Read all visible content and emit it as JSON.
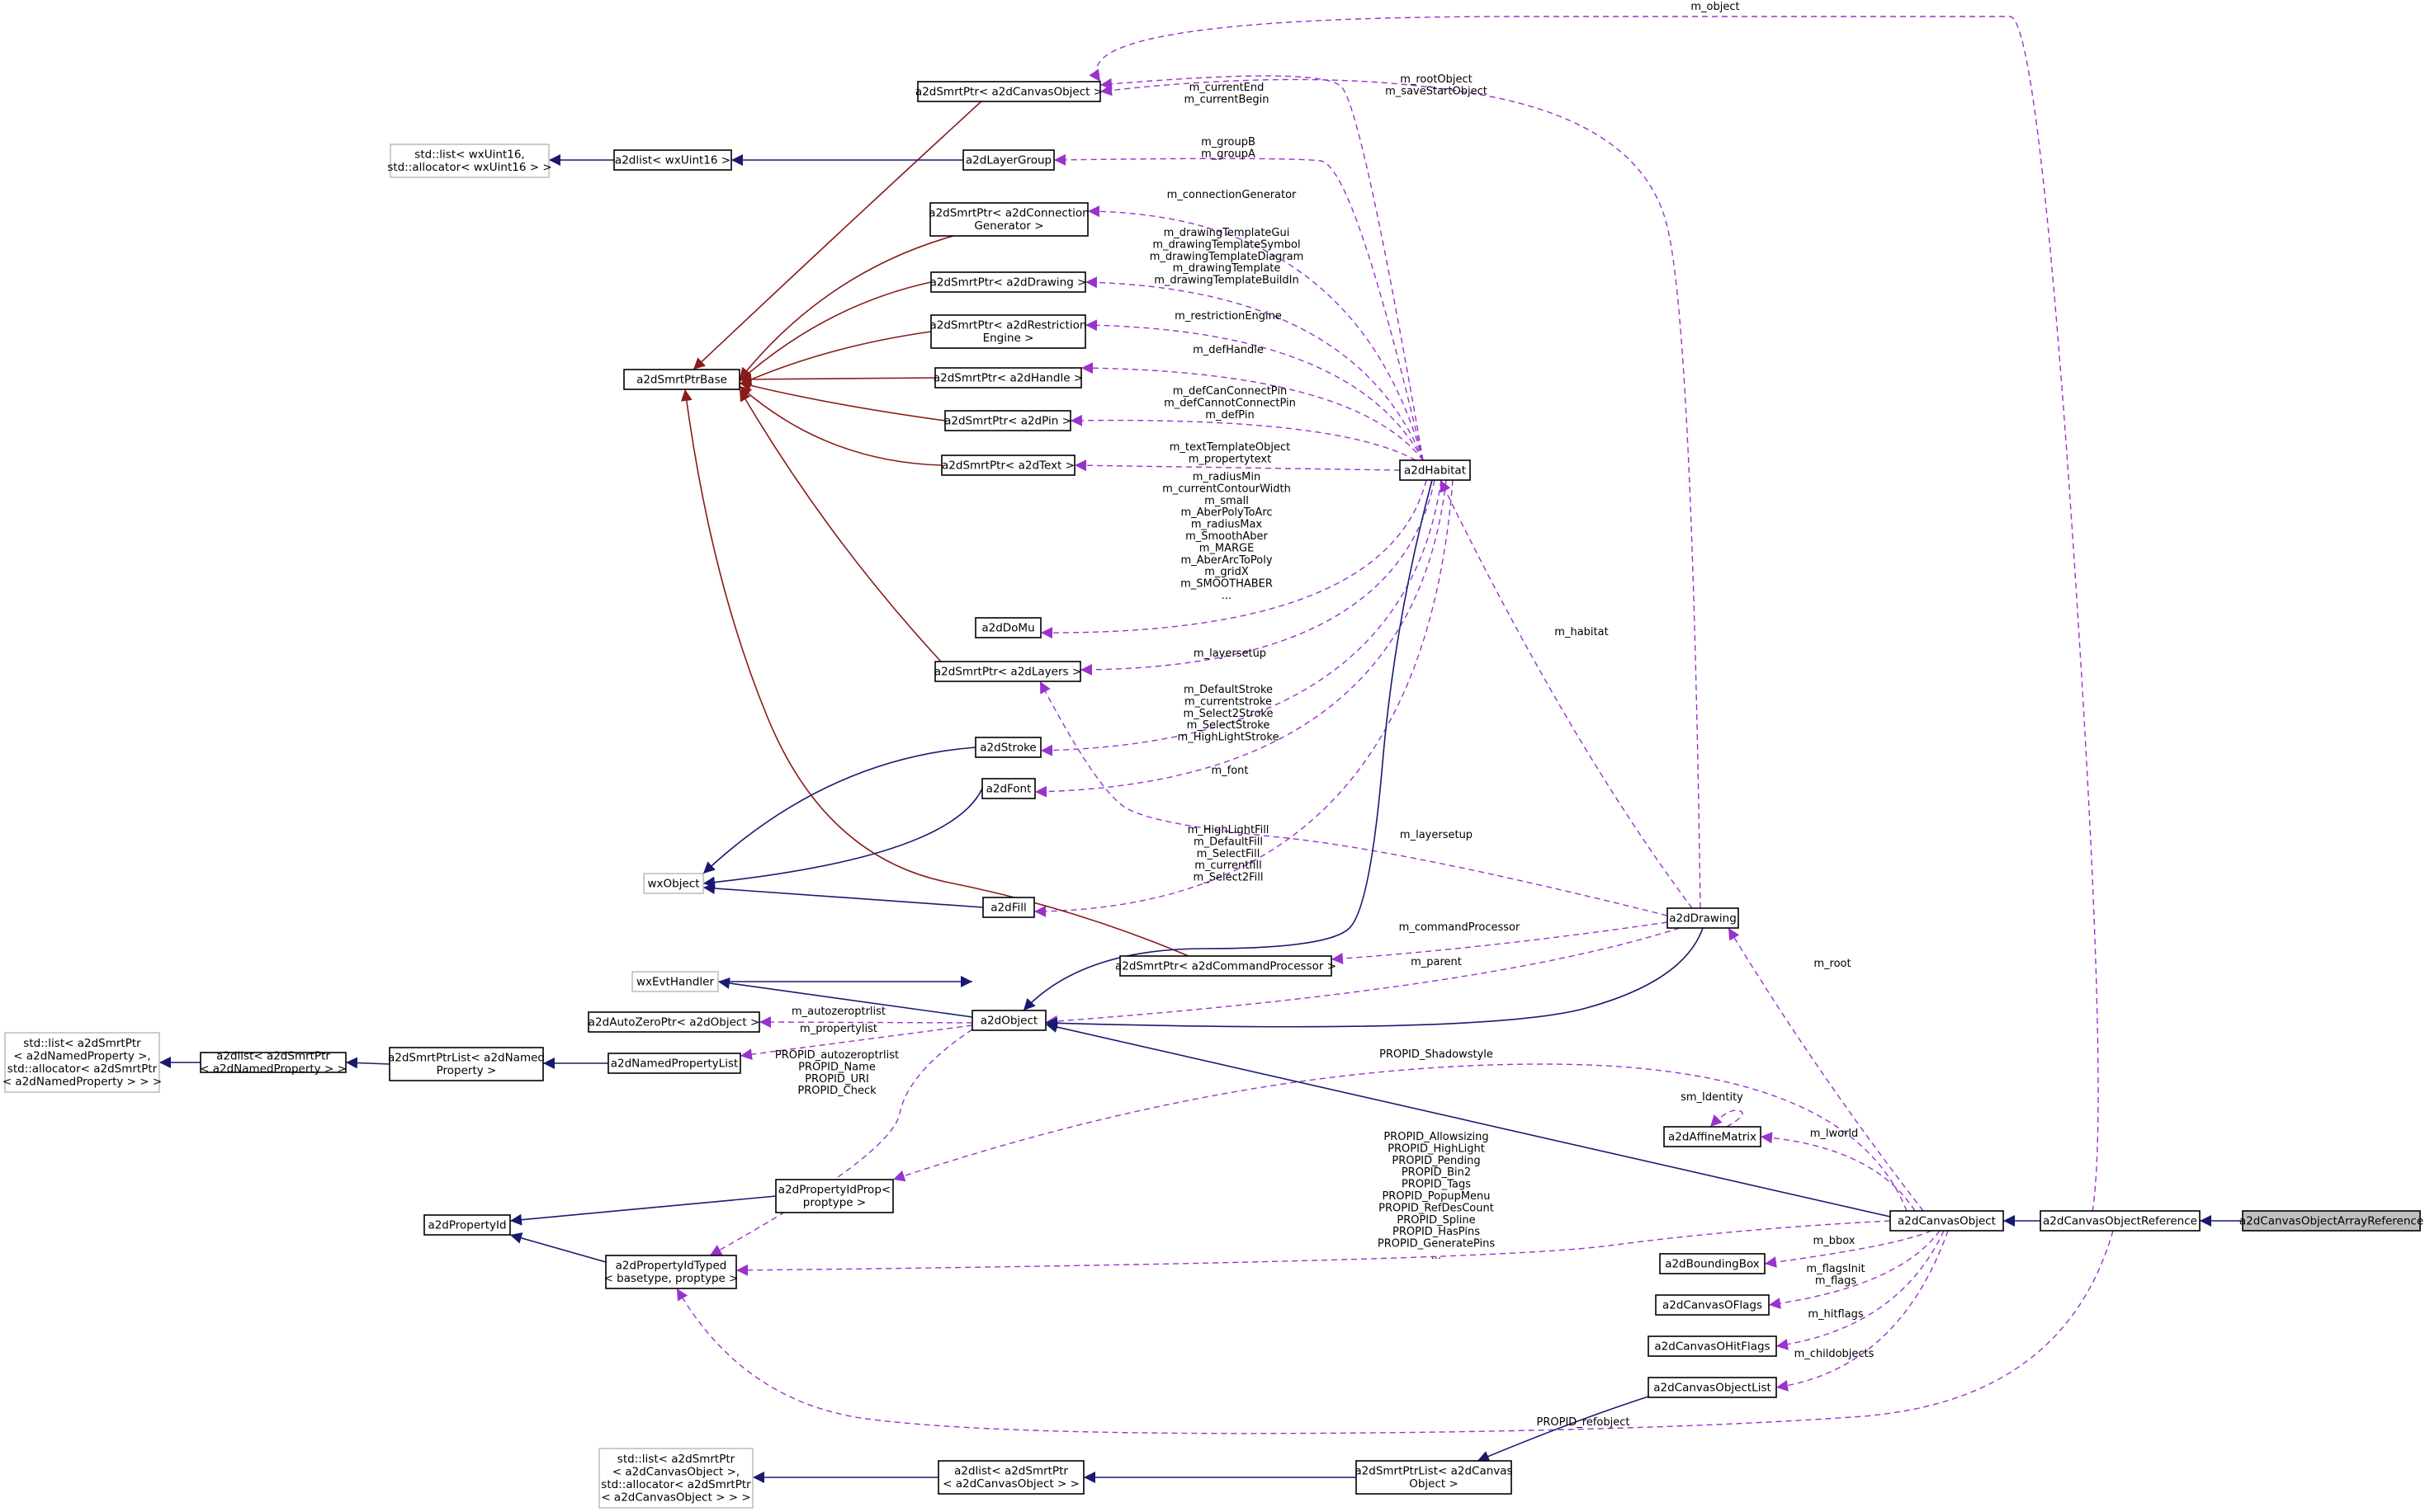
{
  "diagram": {
    "nodes": [
      {
        "id": "caoref",
        "label": [
          "a2dCanvasObjectArrayReference"
        ],
        "focus": true
      },
      {
        "id": "cref",
        "label": [
          "a2dCanvasObjectReference"
        ]
      },
      {
        "id": "cobj",
        "label": [
          "a2dCanvasObject"
        ]
      },
      {
        "id": "obj",
        "label": [
          "a2dObject"
        ]
      },
      {
        "id": "wxobj",
        "label": [
          "wxObject"
        ],
        "external": true
      },
      {
        "id": "wxevt",
        "label": [
          "wxEvtHandler"
        ],
        "external": true
      },
      {
        "id": "habitat",
        "label": [
          "a2dHabitat"
        ]
      },
      {
        "id": "drawing",
        "label": [
          "a2dDrawing"
        ]
      },
      {
        "id": "smrtbase",
        "label": [
          "a2dSmrtPtrBase"
        ]
      },
      {
        "id": "sp_cobj",
        "label": [
          "a2dSmrtPtr< a2dCanvasObject >"
        ]
      },
      {
        "id": "layergroup",
        "label": [
          "a2dLayerGroup"
        ]
      },
      {
        "id": "dlist16",
        "label": [
          "a2dlist< wxUint16 >"
        ]
      },
      {
        "id": "stdlist16",
        "label": [
          "std::list< wxUint16,",
          "std::allocator< wxUint16 > >"
        ],
        "external": true
      },
      {
        "id": "sp_conn",
        "label": [
          "a2dSmrtPtr< a2dConnection",
          "Generator >"
        ]
      },
      {
        "id": "sp_draw",
        "label": [
          "a2dSmrtPtr< a2dDrawing >"
        ]
      },
      {
        "id": "sp_restr",
        "label": [
          "a2dSmrtPtr< a2dRestriction",
          "Engine >"
        ]
      },
      {
        "id": "sp_handle",
        "label": [
          "a2dSmrtPtr< a2dHandle >"
        ]
      },
      {
        "id": "sp_pin",
        "label": [
          "a2dSmrtPtr< a2dPin >"
        ]
      },
      {
        "id": "sp_text",
        "label": [
          "a2dSmrtPtr< a2dText >"
        ]
      },
      {
        "id": "domu",
        "label": [
          "a2dDoMu"
        ]
      },
      {
        "id": "sp_layers",
        "label": [
          "a2dSmrtPtr< a2dLayers >"
        ]
      },
      {
        "id": "stroke",
        "label": [
          "a2dStroke"
        ]
      },
      {
        "id": "font",
        "label": [
          "a2dFont"
        ]
      },
      {
        "id": "fill",
        "label": [
          "a2dFill"
        ]
      },
      {
        "id": "sp_cmd",
        "label": [
          "a2dSmrtPtr< a2dCommandProcessor >"
        ]
      },
      {
        "id": "autozero",
        "label": [
          "a2dAutoZeroPtr< a2dObject >"
        ]
      },
      {
        "id": "namedproplist",
        "label": [
          "a2dNamedPropertyList"
        ]
      },
      {
        "id": "smrtlist_np",
        "label": [
          "a2dSmrtPtrList< a2dNamed",
          "Property >"
        ]
      },
      {
        "id": "dlist_np",
        "label": [
          "a2dlist< a2dSmrtPtr",
          "< a2dNamedProperty > >"
        ]
      },
      {
        "id": "stdlist_np",
        "label": [
          "std::list< a2dSmrtPtr",
          "< a2dNamedProperty >,",
          "std::allocator< a2dSmrtPtr",
          "< a2dNamedProperty > > >"
        ],
        "external": true
      },
      {
        "id": "propidprop",
        "label": [
          "a2dPropertyIdProp<",
          "proptype >"
        ]
      },
      {
        "id": "propid",
        "label": [
          "a2dPropertyId"
        ]
      },
      {
        "id": "propidtyped",
        "label": [
          "a2dPropertyIdTyped",
          "< basetype, proptype >"
        ]
      },
      {
        "id": "affine",
        "label": [
          "a2dAffineMatrix"
        ]
      },
      {
        "id": "bbox",
        "label": [
          "a2dBoundingBox"
        ]
      },
      {
        "id": "oflags",
        "label": [
          "a2dCanvasOFlags"
        ]
      },
      {
        "id": "ohitflags",
        "label": [
          "a2dCanvasOHitFlags"
        ]
      },
      {
        "id": "objlist",
        "label": [
          "a2dCanvasObjectList"
        ]
      },
      {
        "id": "smrtlist_co",
        "label": [
          "a2dSmrtPtrList< a2dCanvas",
          "Object >"
        ]
      },
      {
        "id": "dlist_co",
        "label": [
          "a2dlist< a2dSmrtPtr",
          "< a2dCanvasObject > >"
        ]
      },
      {
        "id": "stdlist_co",
        "label": [
          "std::list< a2dSmrtPtr",
          "< a2dCanvasObject >,",
          "std::allocator< a2dSmrtPtr",
          "< a2dCanvasObject > > >"
        ],
        "external": true
      }
    ],
    "edge_labels": [
      {
        "id": "l_object",
        "lines": [
          "m_object"
        ]
      },
      {
        "id": "l_root",
        "lines": [
          "m_rootObject",
          "m_saveStartObject"
        ]
      },
      {
        "id": "l_cur",
        "lines": [
          "m_currentEnd",
          "m_currentBegin"
        ]
      },
      {
        "id": "l_group",
        "lines": [
          "m_groupB",
          "m_groupA"
        ]
      },
      {
        "id": "l_conn",
        "lines": [
          "m_connectionGenerator"
        ]
      },
      {
        "id": "l_tmpl",
        "lines": [
          "m_drawingTemplateGui",
          "m_drawingTemplateSymbol",
          "m_drawingTemplateDiagram",
          "m_drawingTemplate",
          "m_drawingTemplateBuildIn"
        ]
      },
      {
        "id": "l_restr",
        "lines": [
          "m_restrictionEngine"
        ]
      },
      {
        "id": "l_defh",
        "lines": [
          "m_defHandle"
        ]
      },
      {
        "id": "l_pin",
        "lines": [
          "m_defCanConnectPin",
          "m_defCannotConnectPin",
          "m_defPin"
        ]
      },
      {
        "id": "l_text",
        "lines": [
          "m_textTemplateObject",
          "m_propertytext"
        ]
      },
      {
        "id": "l_domu",
        "lines": [
          "m_radiusMin",
          "m_currentContourWidth",
          "m_small",
          "m_AberPolyToArc",
          "m_radiusMax",
          "m_SmoothAber",
          "m_MARGE",
          "m_AberArcToPoly",
          "m_gridX",
          "m_SMOOTHABER",
          "..."
        ]
      },
      {
        "id": "l_layers",
        "lines": [
          "m_layersetup"
        ]
      },
      {
        "id": "l_stroke",
        "lines": [
          "m_DefaultStroke",
          "m_currentstroke",
          "m_Select2Stroke",
          "m_SelectStroke",
          "m_HighLightStroke"
        ]
      },
      {
        "id": "l_font",
        "lines": [
          "m_font"
        ]
      },
      {
        "id": "l_fill",
        "lines": [
          "m_HighLightFill",
          "m_DefaultFill",
          "m_SelectFill",
          "m_currentfill",
          "m_Select2Fill"
        ]
      },
      {
        "id": "l_habitat",
        "lines": [
          "m_habitat"
        ]
      },
      {
        "id": "l_layers2",
        "lines": [
          "m_layersetup"
        ]
      },
      {
        "id": "l_cmd",
        "lines": [
          "m_commandProcessor"
        ]
      },
      {
        "id": "l_parent",
        "lines": [
          "m_parent"
        ]
      },
      {
        "id": "l_autozero",
        "lines": [
          "m_autozeroptrlist"
        ]
      },
      {
        "id": "l_proplist",
        "lines": [
          "m_propertylist"
        ]
      },
      {
        "id": "l_propids",
        "lines": [
          "PROPID_autozeroptrlist",
          "PROPID_Name",
          "PROPID_URI",
          "PROPID_Check"
        ]
      },
      {
        "id": "l_shadow",
        "lines": [
          "PROPID_Shadowstyle"
        ]
      },
      {
        "id": "l_rootd",
        "lines": [
          "m_root"
        ]
      },
      {
        "id": "l_ident",
        "lines": [
          "sm_Identity"
        ]
      },
      {
        "id": "l_lworld",
        "lines": [
          "m_lworld"
        ]
      },
      {
        "id": "l_propids2",
        "lines": [
          "PROPID_Allowsizing",
          "PROPID_HighLight",
          "PROPID_Pending",
          "PROPID_Bin2",
          "PROPID_Tags",
          "PROPID_PopupMenu",
          "PROPID_RefDesCount",
          "PROPID_Spline",
          "PROPID_HasPins",
          "PROPID_GeneratePins",
          "..."
        ]
      },
      {
        "id": "l_bbox",
        "lines": [
          "m_bbox"
        ]
      },
      {
        "id": "l_flags",
        "lines": [
          "m_flagsInit",
          "m_flags"
        ]
      },
      {
        "id": "l_hitflags",
        "lines": [
          "m_hitflags"
        ]
      },
      {
        "id": "l_child",
        "lines": [
          "m_childobjects"
        ]
      },
      {
        "id": "l_refobj",
        "lines": [
          "PROPID_refobject"
        ]
      }
    ]
  },
  "colors": {
    "inheritance": "#191970",
    "smart_pointer": "#8b1a1a",
    "usage": "#9a32cd",
    "focus_fill": "#bfbfbf",
    "external_border": "#bfbfbf"
  }
}
